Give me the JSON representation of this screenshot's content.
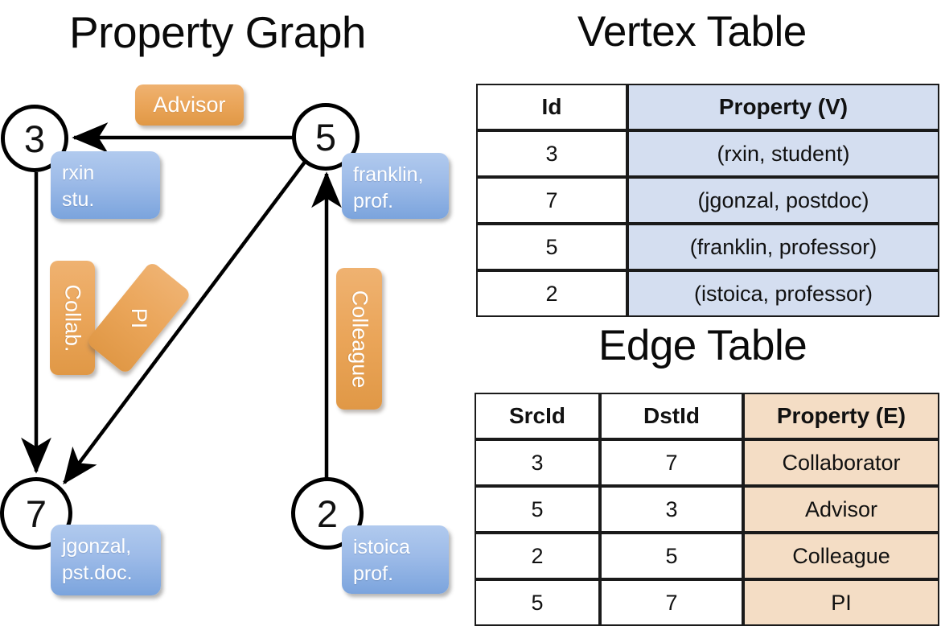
{
  "titles": {
    "property_graph": "Property Graph",
    "vertex_table": "Vertex Table",
    "edge_table": "Edge Table"
  },
  "graph": {
    "nodes": [
      {
        "id": "3",
        "property": "rxin\nstu.",
        "prop_line1": "rxin",
        "prop_line2": "stu."
      },
      {
        "id": "5",
        "property": "franklin,\nprof.",
        "prop_line1": "franklin,",
        "prop_line2": "prof."
      },
      {
        "id": "7",
        "property": "jgonzal,\npst.doc.",
        "prop_line1": "jgonzal,",
        "prop_line2": "pst.doc."
      },
      {
        "id": "2",
        "property": "istoica\nprof.",
        "prop_line1": "istoica",
        "prop_line2": "prof."
      }
    ],
    "edges": [
      {
        "src": "5",
        "dst": "3",
        "label": "Advisor"
      },
      {
        "src": "3",
        "dst": "7",
        "label": "Collab."
      },
      {
        "src": "5",
        "dst": "7",
        "label": "PI"
      },
      {
        "src": "2",
        "dst": "5",
        "label": "Colleague"
      }
    ],
    "colors": {
      "vertex_box": "#9dbbe8",
      "edge_label_box": "#eaa559",
      "node_stroke": "#000000",
      "arrow": "#000000"
    }
  },
  "vertex_table": {
    "headers": [
      "Id",
      "Property (V)"
    ],
    "rows": [
      {
        "id": "3",
        "property": "(rxin, student)"
      },
      {
        "id": "7",
        "property": "(jgonzal, postdoc)"
      },
      {
        "id": "5",
        "property": "(franklin, professor)"
      },
      {
        "id": "2",
        "property": "(istoica, professor)"
      }
    ],
    "property_bg": "#d4def0"
  },
  "edge_table": {
    "headers": [
      "SrcId",
      "DstId",
      "Property (E)"
    ],
    "rows": [
      {
        "src": "3",
        "dst": "7",
        "property": "Collaborator"
      },
      {
        "src": "5",
        "dst": "3",
        "property": "Advisor"
      },
      {
        "src": "2",
        "dst": "5",
        "property": "Colleague"
      },
      {
        "src": "5",
        "dst": "7",
        "property": "PI"
      }
    ],
    "property_bg": "#f4ddc5"
  }
}
